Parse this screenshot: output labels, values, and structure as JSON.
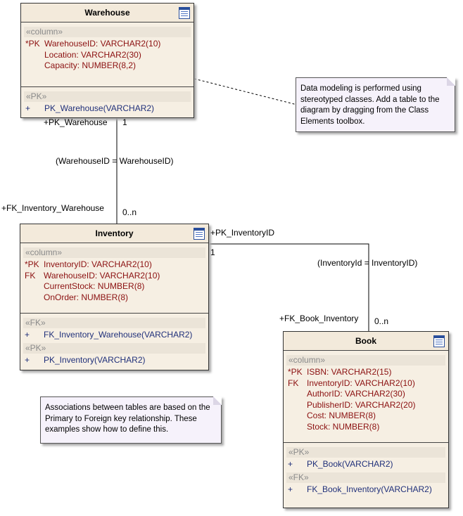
{
  "tables": {
    "warehouse": {
      "name": "Warehouse",
      "column_stereotype": "«column»",
      "columns": [
        {
          "mark": "*PK",
          "text": "WarehouseID:  VARCHAR2(10)"
        },
        {
          "mark": "",
          "text": "Location:  VARCHAR2(30)"
        },
        {
          "mark": "",
          "text": "Capacity:  NUMBER(8,2)"
        }
      ],
      "op_groups": [
        {
          "stereotype": "«PK»",
          "ops": [
            {
              "plus": "+",
              "text": "PK_Warehouse(VARCHAR2)"
            }
          ]
        }
      ]
    },
    "inventory": {
      "name": "Inventory",
      "column_stereotype": "«column»",
      "columns": [
        {
          "mark": "*PK",
          "text": "InventoryID:  VARCHAR2(10)"
        },
        {
          "mark": "FK",
          "text": "WarehouseID:  VARCHAR2(10)"
        },
        {
          "mark": "",
          "text": "CurrentStock:  NUMBER(8)"
        },
        {
          "mark": "",
          "text": "OnOrder:  NUMBER(8)"
        }
      ],
      "op_groups": [
        {
          "stereotype": "«FK»",
          "ops": [
            {
              "plus": "+",
              "text": "FK_Inventory_Warehouse(VARCHAR2)"
            }
          ]
        },
        {
          "stereotype": "«PK»",
          "ops": [
            {
              "plus": "+",
              "text": "PK_Inventory(VARCHAR2)"
            }
          ]
        }
      ]
    },
    "book": {
      "name": "Book",
      "column_stereotype": "«column»",
      "columns": [
        {
          "mark": "*PK",
          "text": "ISBN:  VARCHAR2(15)"
        },
        {
          "mark": "FK",
          "text": "InventoryID:  VARCHAR2(10)"
        },
        {
          "mark": "",
          "text": "AuthorID:  VARCHAR2(30)"
        },
        {
          "mark": "",
          "text": "PublisherID:  VARCHAR2(20)"
        },
        {
          "mark": "",
          "text": "Cost:  NUMBER(8)"
        },
        {
          "mark": "",
          "text": "Stock:  NUMBER(8)"
        }
      ],
      "op_groups": [
        {
          "stereotype": "«PK»",
          "ops": [
            {
              "plus": "+",
              "text": "PK_Book(VARCHAR2)"
            }
          ]
        },
        {
          "stereotype": "«FK»",
          "ops": [
            {
              "plus": "+",
              "text": "FK_Book_Inventory(VARCHAR2)"
            }
          ]
        }
      ]
    }
  },
  "connectors": {
    "wh_inv": {
      "source_role": "+PK_Warehouse",
      "source_mult": "1",
      "condition": "(WarehouseID = WarehouseID)",
      "target_role": "+FK_Inventory_Warehouse",
      "target_mult": "0..n"
    },
    "inv_book": {
      "source_role": "+PK_InventoryID",
      "source_mult": "1",
      "condition": "(InventoryId = InventoryID)",
      "target_role": "+FK_Book_Inventory",
      "target_mult": "0..n"
    }
  },
  "notes": {
    "modeling": "Data modeling is performed using stereotyped classes. Add a table to the diagram by dragging from the Class Elements toolbox.",
    "associations": "Associations between tables are based on the Primary to Foreign key relationship. These examples show how to define this."
  },
  "colors": {
    "column_text": "#8b1010",
    "operation_text": "#20307a",
    "table_fill": "#f6efe3",
    "note_fill": "#f6f2fb"
  }
}
